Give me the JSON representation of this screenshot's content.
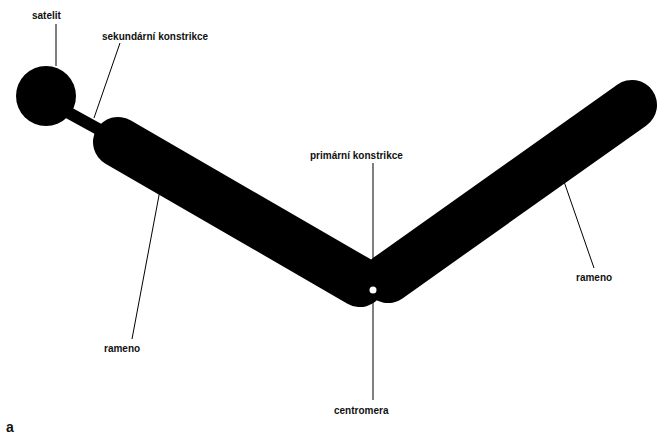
{
  "diagram": {
    "labels": [
      "satelit",
      "sekundární konstrikce",
      "primární konstrikce",
      "rameno",
      "rameno",
      "centromera",
      "a"
    ]
  }
}
